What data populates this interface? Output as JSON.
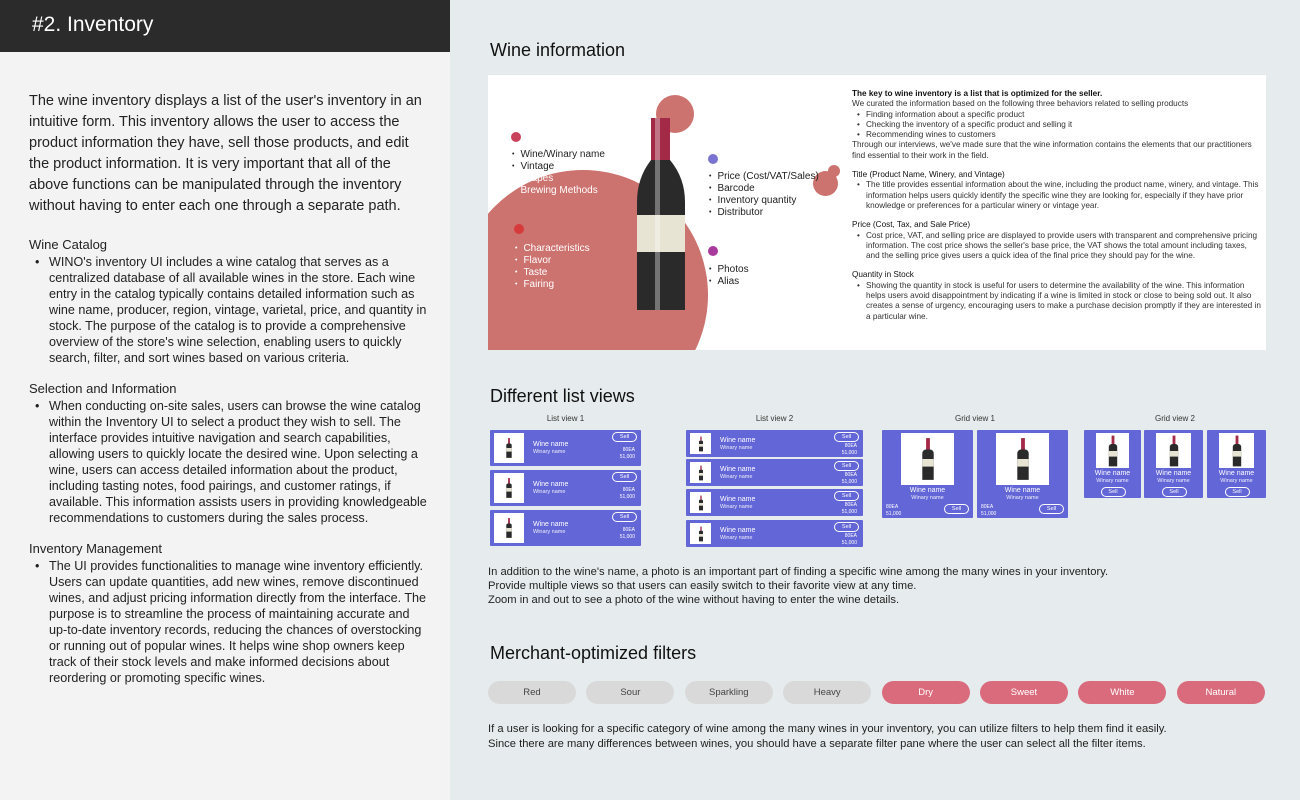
{
  "header": {
    "title": "#2. Inventory"
  },
  "intro": "The wine inventory displays a list of the user's inventory in an intuitive form. This inventory allows the user to access the product information they have, sell those products, and edit the product information. It is very important that all of the above functions can be manipulated through the inventory without having to enter each one through a separate path.",
  "sections": [
    {
      "title": "Wine Catalog",
      "text": "WINO's inventory UI includes a wine catalog that serves as a centralized database of all available wines in the store. Each wine entry in the catalog typically contains detailed information such as wine name, producer, region, vintage, varietal, price, and quantity in stock. The purpose of the catalog is to provide a comprehensive overview of the store's wine selection, enabling users to quickly search, filter, and sort wines based on various criteria."
    },
    {
      "title": "Selection and Information",
      "text": "When conducting on-site sales, users can browse the wine catalog within the Inventory UI to select a product they wish to sell. The interface provides intuitive navigation and search capabilities, allowing users to quickly locate the desired wine. Upon selecting a wine, users can access detailed information about the product, including tasting notes, food pairings, and customer ratings, if available. This information assists users in providing knowledgeable recommendations to customers during the sales process."
    },
    {
      "title": "Inventory Management",
      "text": "The UI provides functionalities to manage wine inventory efficiently. Users can update quantities, add new wines, remove discontinued wines, and adjust pricing information directly from the interface. The purpose is to streamline the process of maintaining accurate and up-to-date inventory records, reducing the chances of overstocking or running out of popular wines. It helps wine shop owners keep track of their stock levels and make informed decisions about reordering or promoting specific wines."
    }
  ],
  "wine_info": {
    "title": "Wine information",
    "group1": [
      "Wine/Winary name",
      "Vintage",
      "Grapes",
      "Brewing Methods"
    ],
    "group2": [
      "Characteristics",
      "Flavor",
      "Taste",
      "Fairing"
    ],
    "group3": [
      "Price (Cost/VAT/Sales)",
      "Barcode",
      "Inventory quantity",
      "Distributor"
    ],
    "group4": [
      "Photos",
      "Alias"
    ],
    "dot_colors": [
      "#c8425c",
      "#d63a3a",
      "#7a74d0",
      "#a83a9e"
    ],
    "heading": "The key to wine inventory is a list that is optimized for the seller.",
    "lead": "We curated the information based on the following three behaviors related to selling products",
    "behaviors": [
      "Finding information about a specific product",
      "Checking the inventory of a specific product and selling it",
      "Recommending wines to customers"
    ],
    "interviews": "Through our interviews, we've made sure that the wine information contains the elements that our practitioners find essential to their work in the field.",
    "points": [
      {
        "title": "Title (Product Name, Winery, and Vintage)",
        "text": "The title provides essential information about the wine, including the product name, winery, and vintage. This information helps users quickly identify the specific wine they are looking for, especially if they have prior knowledge or preferences for a particular winery or vintage year."
      },
      {
        "title": "Price (Cost, Tax, and Sale Price)",
        "text": "Cost price, VAT, and selling price are displayed to provide users with transparent and comprehensive pricing information. The cost price shows the seller's base price, the VAT shows the total amount including taxes, and the selling price gives users a quick idea of the final price they should pay for the wine."
      },
      {
        "title": "Quantity in Stock",
        "text": "Showing the quantity in stock is useful for users to determine the availability of the wine. This information helps users avoid disappointment by indicating if a wine is limited in stock or close to being sold out. It also creates a sense of urgency, encouraging users to make a purchase decision promptly if they are interested in a particular wine."
      }
    ]
  },
  "list_views": {
    "title": "Different list views",
    "labels": [
      "List view 1",
      "List view 2",
      "Grid view 1",
      "Grid view 2"
    ],
    "card": {
      "wine": "Wine name",
      "winery": "Winary name",
      "sell": "Sell",
      "qty": "80EA",
      "price": "51,000"
    },
    "caption": [
      "In addition to the wine's name, a photo is an important part of finding a specific wine among the many wines in your inventory.",
      "Provide multiple views so that users can easily switch to their favorite view at any time.",
      "Zoom in and out to see a photo of the wine without having to enter the wine details."
    ],
    "accent": "#6366d6"
  },
  "filters": {
    "title": "Merchant-optimized filters",
    "items": [
      {
        "label": "Red",
        "active": false
      },
      {
        "label": "Sour",
        "active": false
      },
      {
        "label": "Sparkling",
        "active": false
      },
      {
        "label": "Heavy",
        "active": false
      },
      {
        "label": "Dry",
        "active": true
      },
      {
        "label": "Sweet",
        "active": true
      },
      {
        "label": "White",
        "active": true
      },
      {
        "label": "Natural",
        "active": true
      }
    ],
    "caption": [
      "If a user is looking for a specific category of wine among the many wines in your inventory, you can utilize filters to help them find it easily.",
      "Since there are many differences between wines, you should have a separate filter pane where the user can select all the filter items."
    ],
    "inactive_color": "#d9d9d9",
    "active_color": "#d96b7d"
  }
}
